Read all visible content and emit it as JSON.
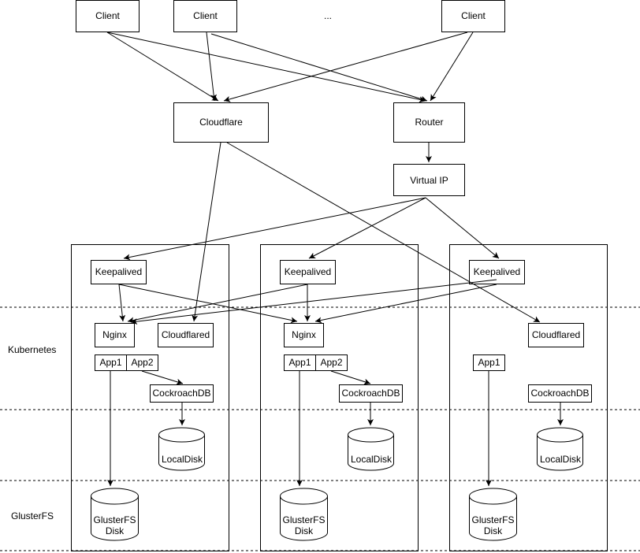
{
  "clients": [
    {
      "label": "Client"
    },
    {
      "label": "Client"
    },
    {
      "label": "Client"
    }
  ],
  "ellipsis": "...",
  "cloudflare": "Cloudflare",
  "router": "Router",
  "virtual_ip": "Virtual IP",
  "layers": {
    "kubernetes": "Kubernetes",
    "glusterfs": "GlusterFS"
  },
  "nodes": [
    {
      "keepalived": "Keepalived",
      "nginx": "Nginx",
      "cloudflared": "Cloudflared",
      "apps": [
        "App1",
        "App2"
      ],
      "cockroachdb": "CockroachDB",
      "localdisk": "LocalDisk",
      "gluster_disk": [
        "GlusterFS",
        "Disk"
      ]
    },
    {
      "keepalived": "Keepalived",
      "nginx": "Nginx",
      "apps": [
        "App1",
        "App2"
      ],
      "cockroachdb": "CockroachDB",
      "localdisk": "LocalDisk",
      "gluster_disk": [
        "GlusterFS",
        "Disk"
      ]
    },
    {
      "keepalived": "Keepalived",
      "cloudflared": "Cloudflared",
      "apps": [
        "App1"
      ],
      "cockroachdb": "CockroachDB",
      "localdisk": "LocalDisk",
      "gluster_disk": [
        "GlusterFS",
        "Disk"
      ]
    }
  ]
}
